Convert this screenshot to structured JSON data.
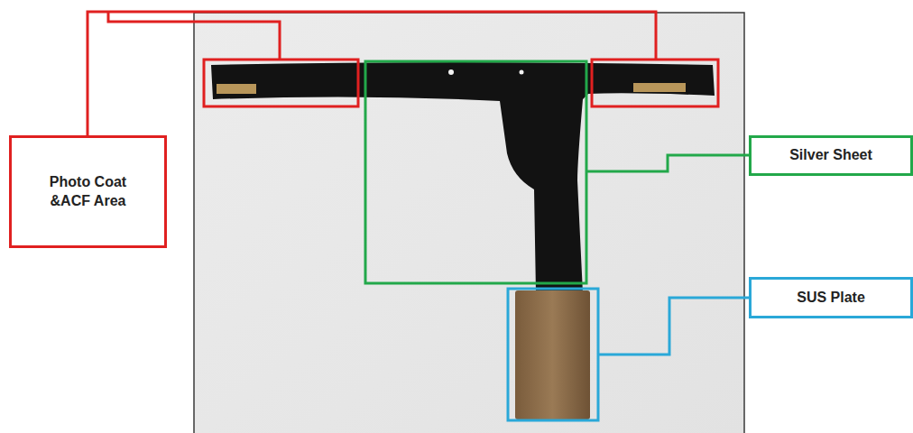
{
  "diagram": {
    "nodes": [
      {
        "text": [
          "Photo Coat &ACF Area"
        ]
      },
      {
        "text": [
          "Silver Sheet"
        ]
      },
      {
        "text": [
          "SUS Plate"
        ]
      }
    ]
  }
}
